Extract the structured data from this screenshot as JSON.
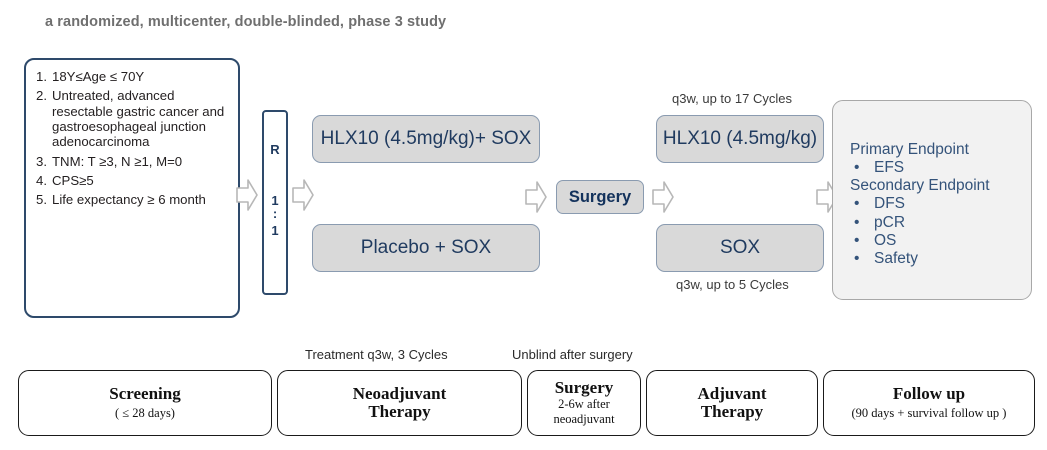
{
  "title": "a randomized, multicenter, double-blinded, phase 3 study",
  "eligibility": {
    "items": [
      {
        "num": "1.",
        "text": "18Y≤Age ≤ 70Y"
      },
      {
        "num": "2.",
        "text": "Untreated, advanced resectable gastric cancer and gastroesophageal junction adenocarcinoma"
      },
      {
        "num": "3.",
        "text": "TNM: T ≥3, N ≥1, M=0"
      },
      {
        "num": "4.",
        "text": "CPS≥5"
      },
      {
        "num": "5.",
        "text": " Life expectancy ≥ 6 month"
      }
    ]
  },
  "randomization": {
    "label": "R",
    "ratio_top": "1",
    "ratio_colon": ":",
    "ratio_bottom": "1"
  },
  "neoadjuvant": {
    "experimental_arm": "HLX10 (4.5mg/kg)+ SOX",
    "control_arm": "Placebo + SOX"
  },
  "surgery": {
    "label": "Surgery"
  },
  "adjuvant": {
    "experimental_arm": "HLX10 (4.5mg/kg)",
    "control_arm": "SOX",
    "experimental_note": "q3w, up to 17 Cycles",
    "control_note": "q3w, up to 5 Cycles"
  },
  "endpoints": {
    "primary_heading": "Primary Endpoint",
    "primary_items": [
      "EFS"
    ],
    "secondary_heading": "Secondary Endpoint",
    "secondary_items": [
      "DFS",
      "pCR",
      "OS",
      "Safety"
    ],
    "bullet": "•"
  },
  "timeline": {
    "notes": {
      "neoadjuvant": "Treatment q3w, 3 Cycles",
      "unblind": "Unblind after surgery"
    },
    "phases": [
      {
        "title": "Screening",
        "sub": "( ≤ 28 days)"
      },
      {
        "title": "Neoadjuvant\nTherapy",
        "sub": ""
      },
      {
        "title": "Surgery",
        "sub": "2-6w after\nneoadjuvant"
      },
      {
        "title": "Adjuvant\nTherapy",
        "sub": ""
      },
      {
        "title": "Follow up",
        "sub": "(90 days + survival follow up )"
      }
    ],
    "phase_titles": {
      "screening": "Screening",
      "neoadjuvant_line1": "Neoadjuvant",
      "neoadjuvant_line2": "Therapy",
      "surgery": "Surgery",
      "adjuvant_line1": "Adjuvant",
      "adjuvant_line2": "Therapy",
      "followup": "Follow up"
    },
    "phase_subs": {
      "screening": "( ≤ 28 days)",
      "surgery_line1": "2-6w after",
      "surgery_line2": "neoadjuvant",
      "followup": "(90 days + survival follow up )"
    }
  },
  "colors": {
    "title_gray": "#6f6f6f",
    "box_navy": "#2e4a6b",
    "tx_fill": "#d9d9d9",
    "tx_text": "#1f3a5f",
    "endpoint_text": "#34537a",
    "endpoint_fill": "#f2f2f2",
    "arrow_stroke": "#b7b7b7"
  }
}
